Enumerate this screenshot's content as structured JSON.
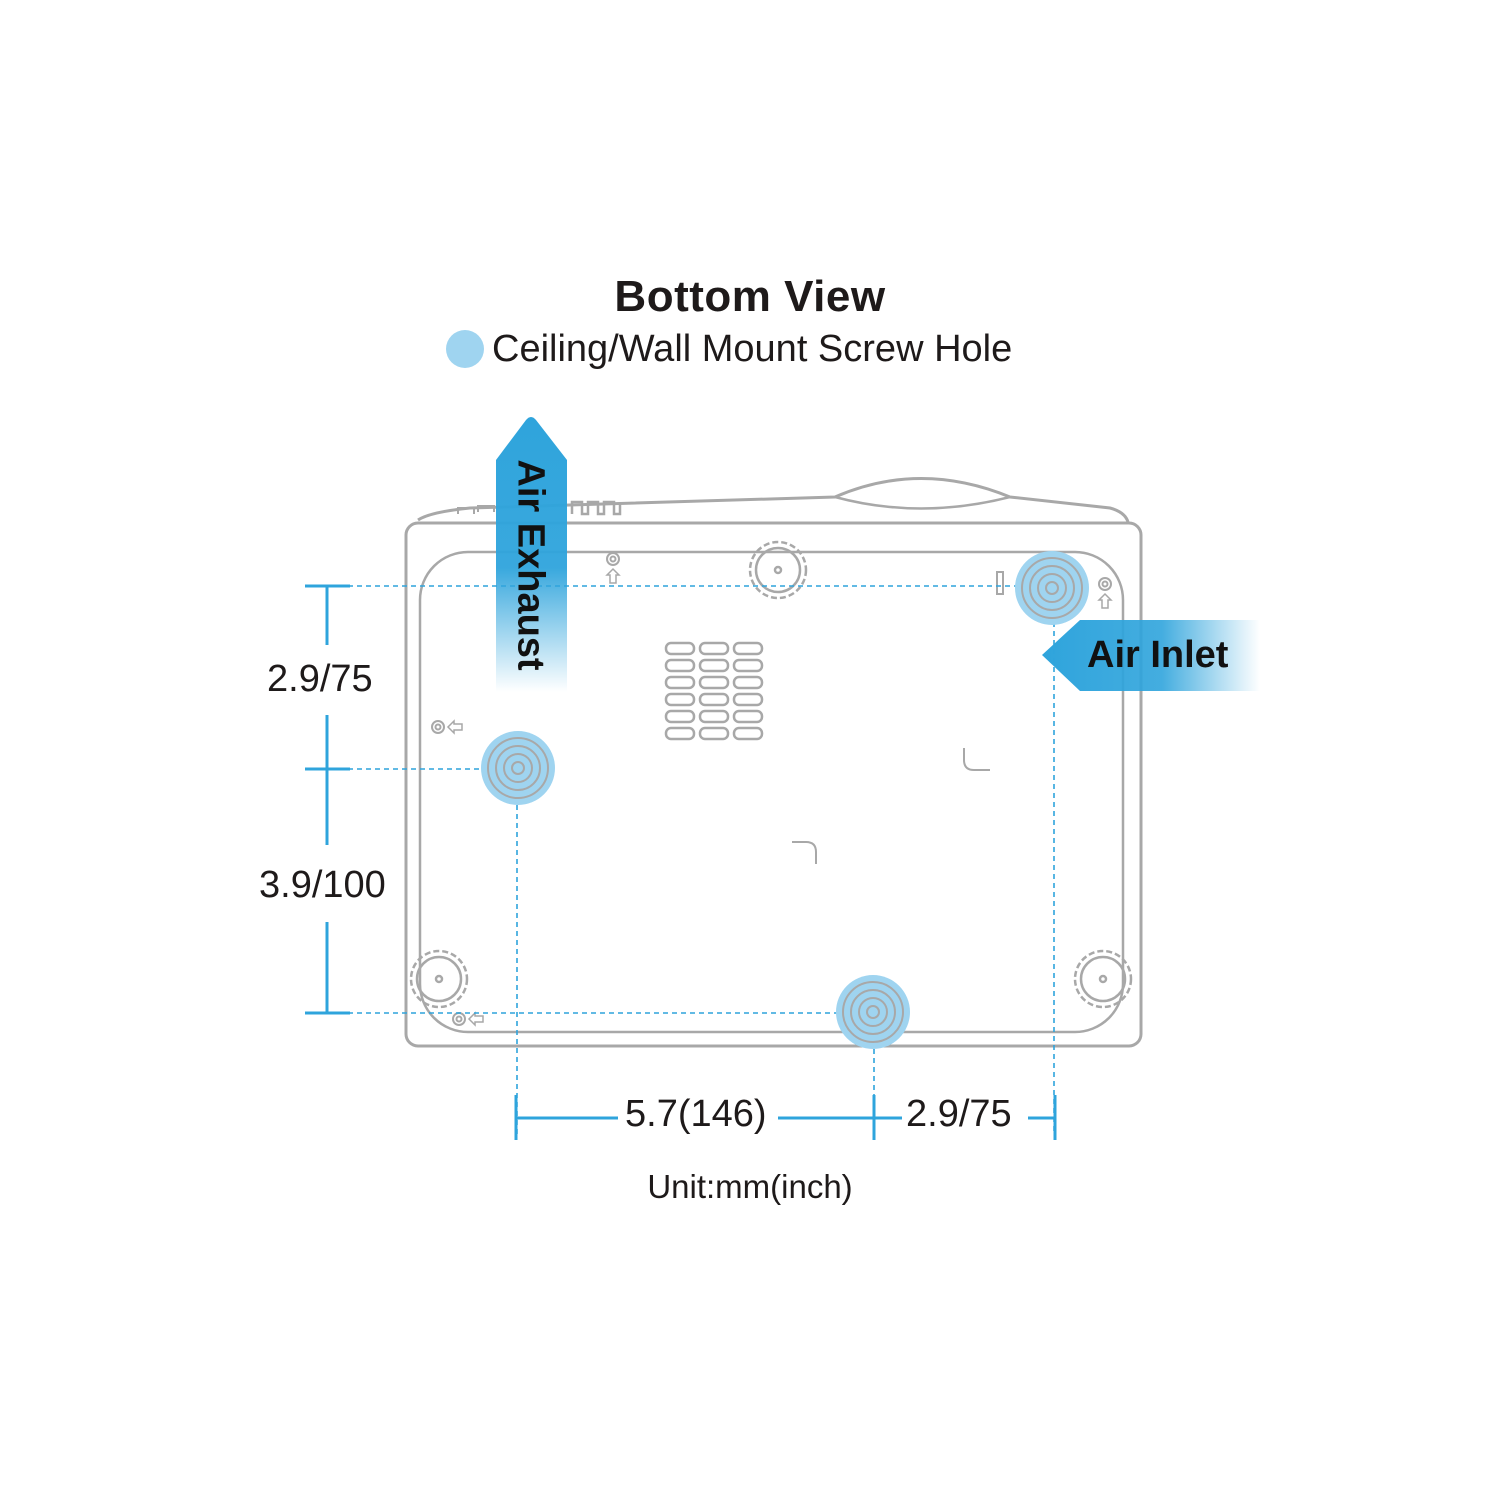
{
  "title": "Bottom View",
  "legend": {
    "label": "Ceiling/Wall Mount Screw Hole",
    "icon": "screw-hole-dot"
  },
  "colors": {
    "accent": "#2fa4dc",
    "screw_hole_fill": "#9fd4f0",
    "outline": "#a8a8a8",
    "text": "#1e1a1a"
  },
  "airflow": {
    "exhaust_label": "Air Exhaust",
    "inlet_label": "Air Inlet"
  },
  "dimensions": {
    "left_top": "2.9/75",
    "left_bottom": "3.9/100",
    "bottom_left": "5.7(146)",
    "bottom_right": "2.9/75"
  },
  "unit_label": "Unit:mm(inch)"
}
